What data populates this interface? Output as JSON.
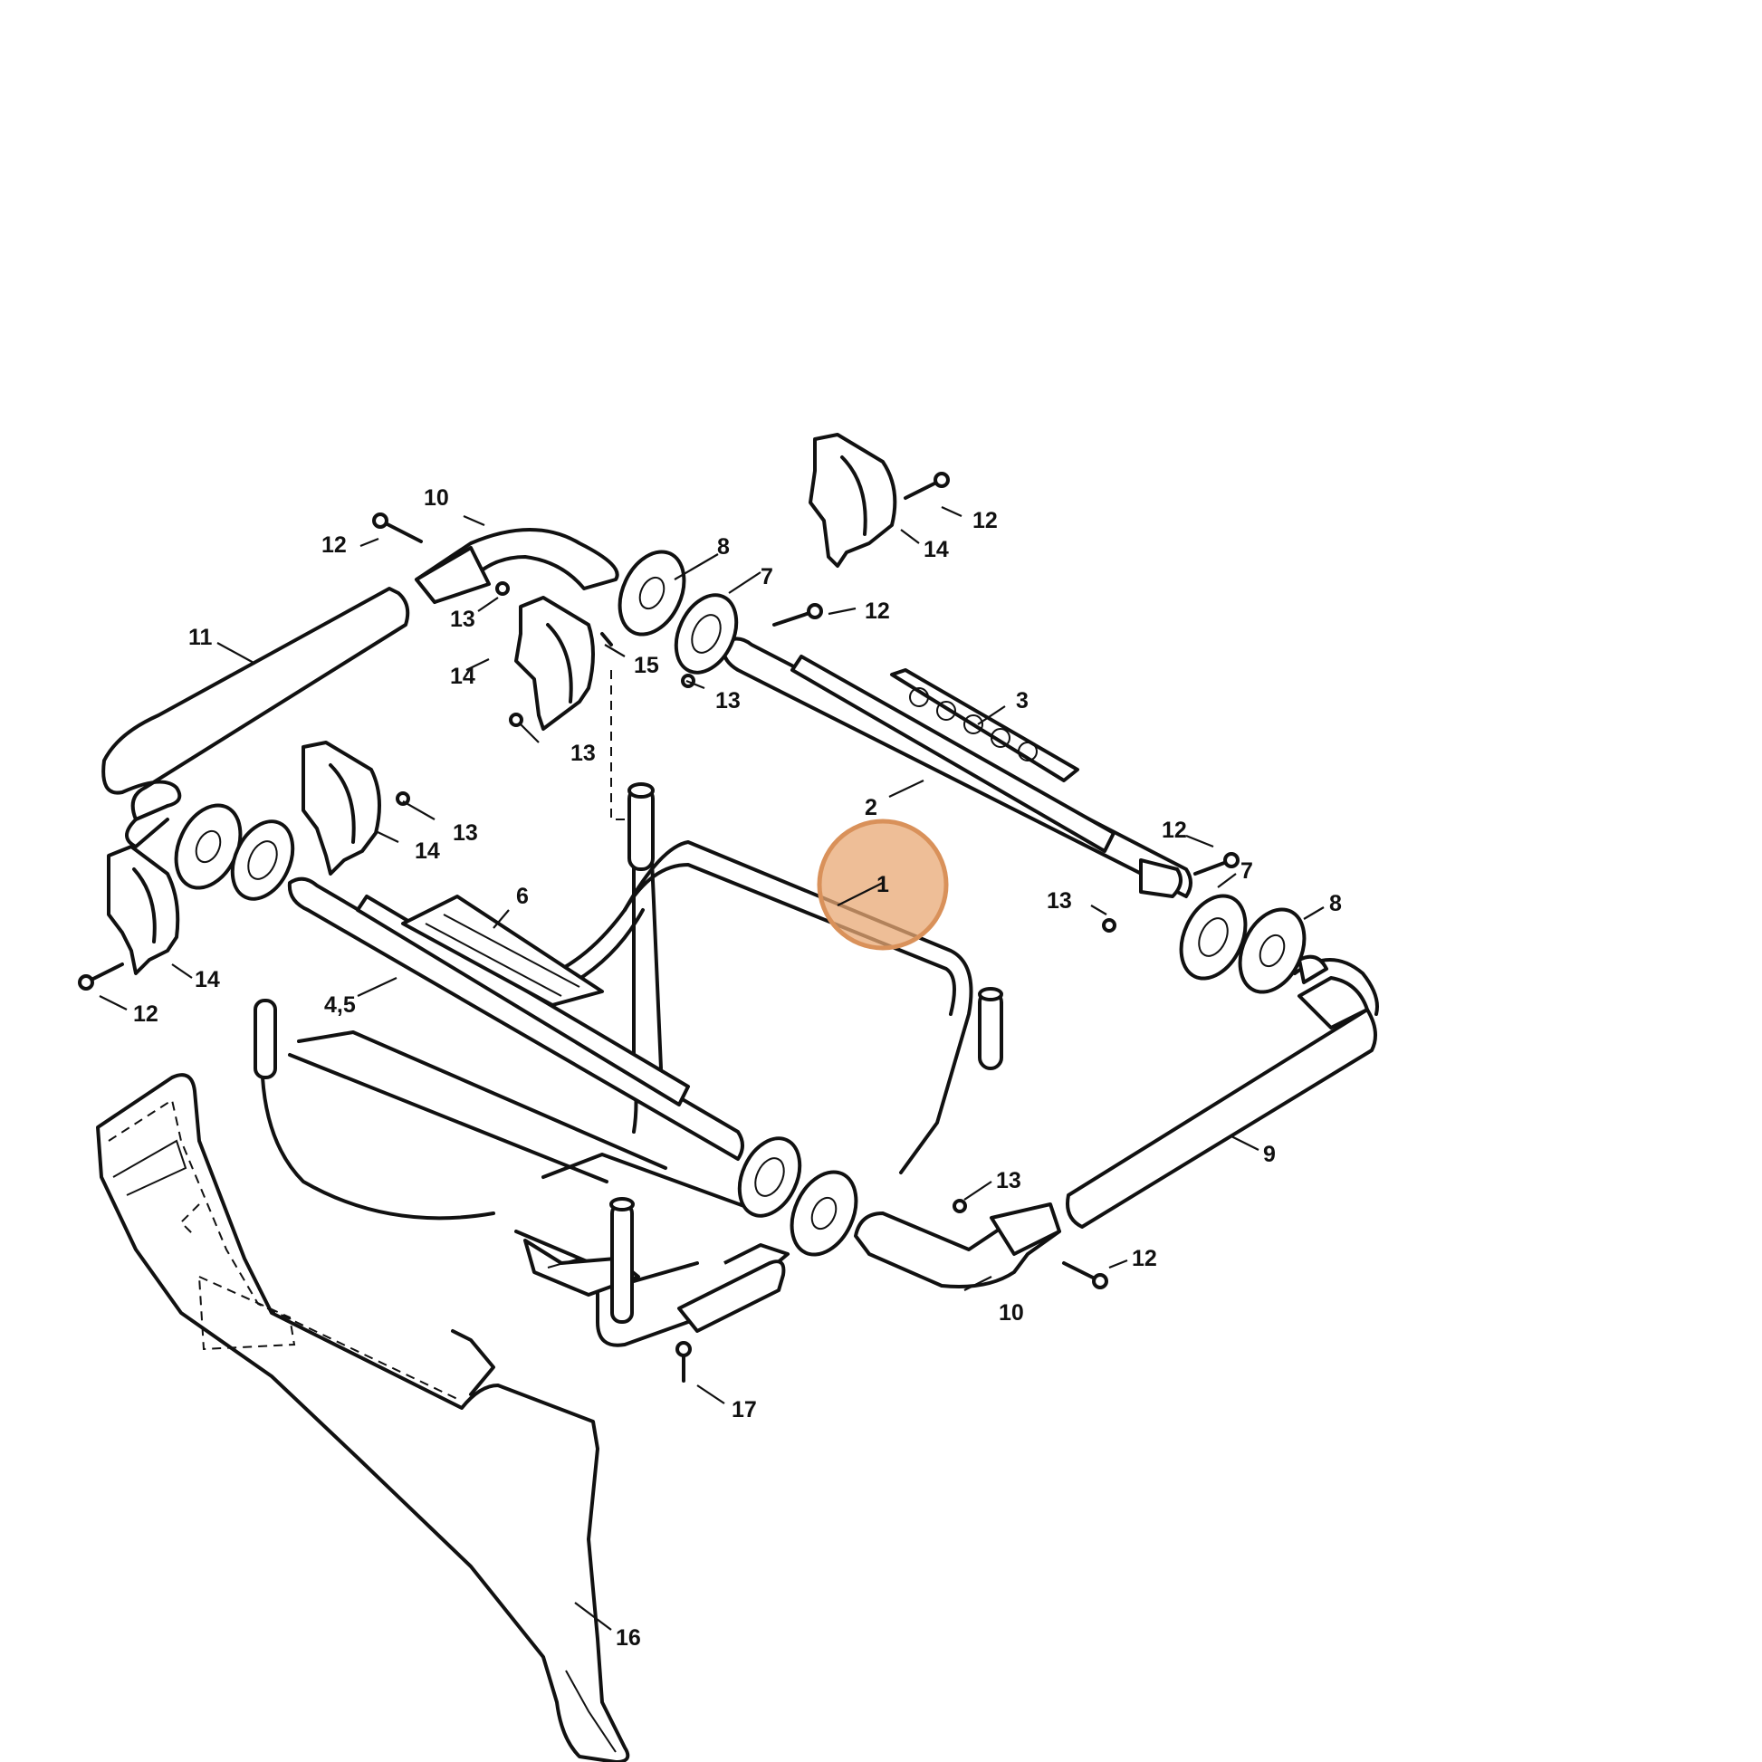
{
  "highlight_color": "#E8A874",
  "highlight_stroke": "#D9915A",
  "highlight_label": "1",
  "callouts": [
    {
      "id": "c1",
      "label": "1"
    },
    {
      "id": "c2",
      "label": "2"
    },
    {
      "id": "c3",
      "label": "3"
    },
    {
      "id": "c45",
      "label": "4,5"
    },
    {
      "id": "c6",
      "label": "6"
    },
    {
      "id": "c7a",
      "label": "7"
    },
    {
      "id": "c7b",
      "label": "7"
    },
    {
      "id": "c8a",
      "label": "8"
    },
    {
      "id": "c8b",
      "label": "8"
    },
    {
      "id": "c9",
      "label": "9"
    },
    {
      "id": "c10a",
      "label": "10"
    },
    {
      "id": "c10b",
      "label": "10"
    },
    {
      "id": "c11",
      "label": "11"
    },
    {
      "id": "c12a",
      "label": "12"
    },
    {
      "id": "c12b",
      "label": "12"
    },
    {
      "id": "c12c",
      "label": "12"
    },
    {
      "id": "c12d",
      "label": "12"
    },
    {
      "id": "c12e",
      "label": "12"
    },
    {
      "id": "c12f",
      "label": "12"
    },
    {
      "id": "c13a",
      "label": "13"
    },
    {
      "id": "c13b",
      "label": "13"
    },
    {
      "id": "c13c",
      "label": "13"
    },
    {
      "id": "c13d",
      "label": "13"
    },
    {
      "id": "c13e",
      "label": "13"
    },
    {
      "id": "c13f",
      "label": "13"
    },
    {
      "id": "c14a",
      "label": "14"
    },
    {
      "id": "c14b",
      "label": "14"
    },
    {
      "id": "c14c",
      "label": "14"
    },
    {
      "id": "c14d",
      "label": "14"
    },
    {
      "id": "c15",
      "label": "15"
    },
    {
      "id": "c16",
      "label": "16"
    },
    {
      "id": "c17",
      "label": "17"
    }
  ]
}
